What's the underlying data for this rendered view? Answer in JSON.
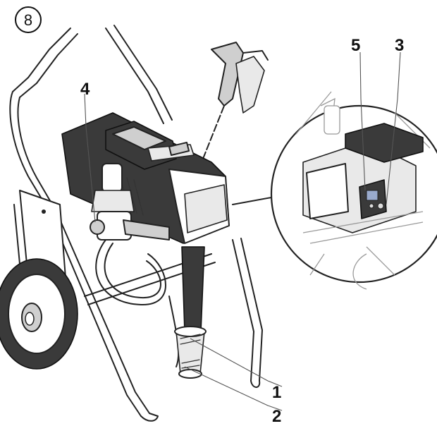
{
  "figure": {
    "step_number": "8",
    "callouts": {
      "c1": "1",
      "c2": "2",
      "c3": "3",
      "c4": "4",
      "c5": "5"
    }
  }
}
